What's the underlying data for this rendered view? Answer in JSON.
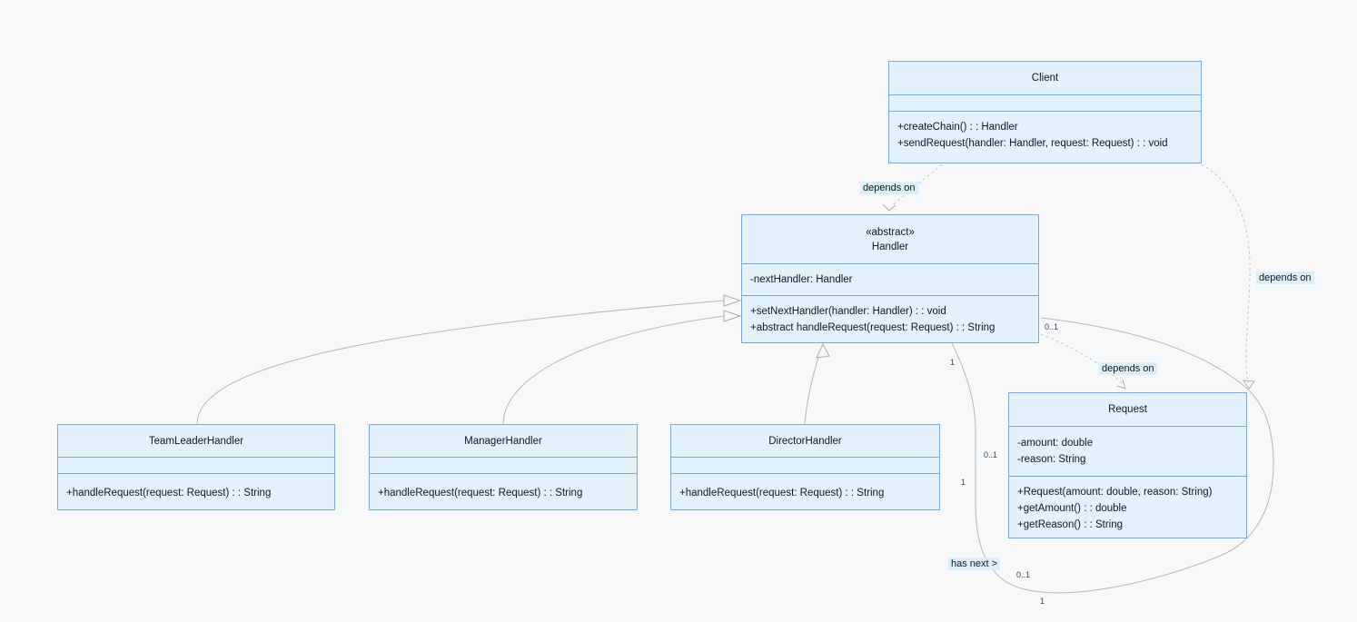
{
  "diagram": {
    "title": "Chain of Responsibility UML class diagram",
    "colors": {
      "background": "#f6f8fa",
      "class_fill": "#e3f1fb",
      "class_border": "#7da7d9",
      "edge_solid": "#b4b7ba",
      "edge_dashed": "#c3c6c9",
      "label_background": "#dceef9",
      "text": "#0e1825"
    }
  },
  "classes": {
    "client": {
      "name": "Client",
      "attributes": [],
      "methods": [
        "+createChain() : : Handler",
        "+sendRequest(handler: Handler, request: Request) : : void"
      ]
    },
    "handler": {
      "stereotype": "«abstract»",
      "name": "Handler",
      "attributes": [
        "-nextHandler: Handler"
      ],
      "methods": [
        "+setNextHandler(handler: Handler) : : void",
        "+abstract handleRequest(request: Request) : : String"
      ]
    },
    "request": {
      "name": "Request",
      "attributes": [
        "-amount: double",
        "-reason: String"
      ],
      "methods": [
        "+Request(amount: double, reason: String)",
        "+getAmount() : : double",
        "+getReason() : : String"
      ]
    },
    "team_leader": {
      "name": "TeamLeaderHandler",
      "attributes": [],
      "methods": [
        "+handleRequest(request: Request) : : String"
      ]
    },
    "manager": {
      "name": "ManagerHandler",
      "attributes": [],
      "methods": [
        "+handleRequest(request: Request) : : String"
      ]
    },
    "director": {
      "name": "DirectorHandler",
      "attributes": [],
      "methods": [
        "+handleRequest(request: Request) : : String"
      ]
    }
  },
  "edges": {
    "client_to_handler": {
      "type": "dependency",
      "label": "depends on"
    },
    "client_to_request": {
      "type": "dependency",
      "label": "depends on"
    },
    "handler_to_request": {
      "type": "dependency",
      "label": "depends on"
    },
    "handler_self": {
      "type": "association",
      "label": "has next >",
      "multiplicities": [
        "0..1",
        "1",
        "0..1",
        "1",
        "0..1",
        "1"
      ]
    }
  }
}
